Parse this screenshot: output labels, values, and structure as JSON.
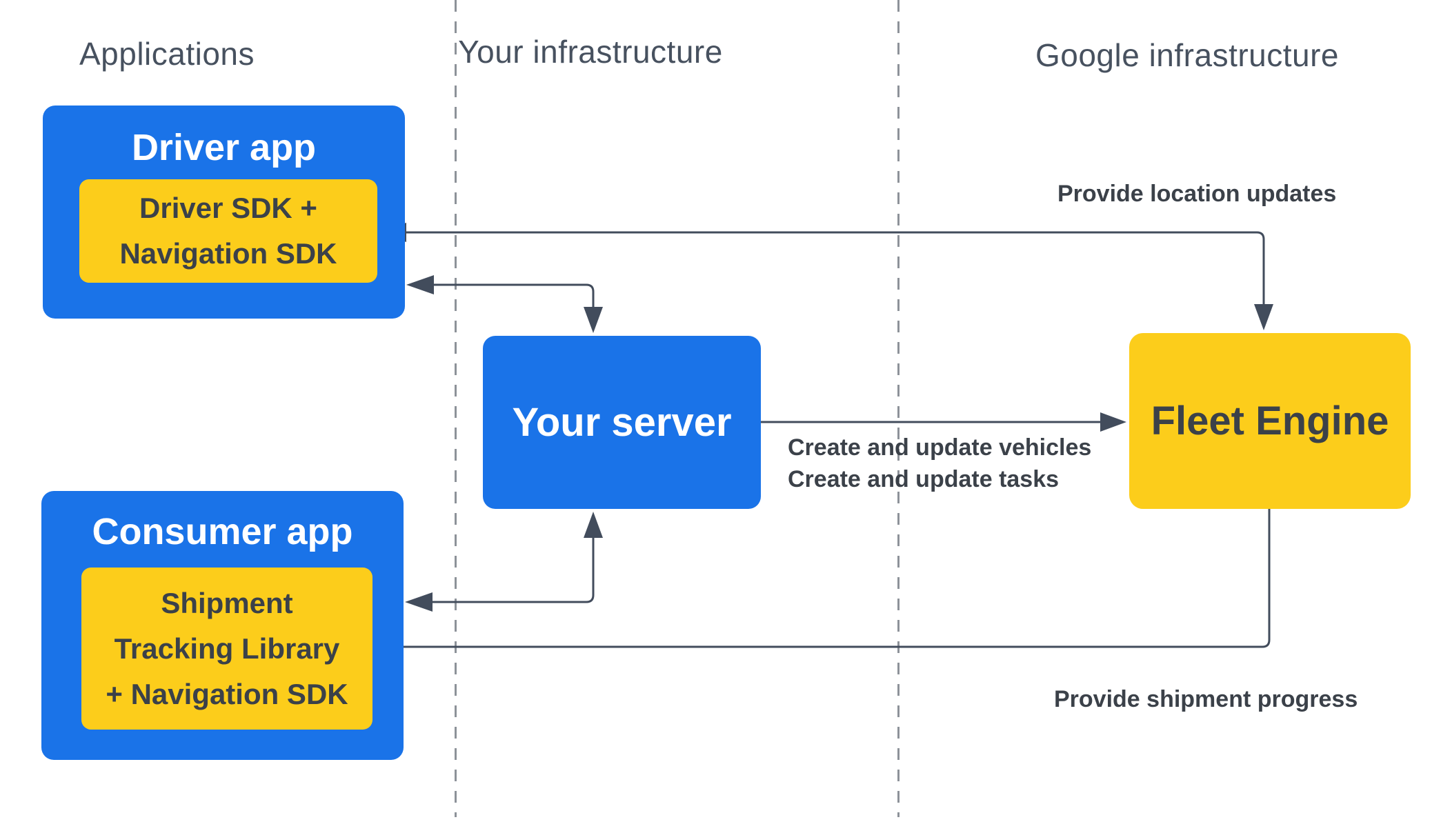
{
  "columns": [
    {
      "label": "Applications"
    },
    {
      "label": "Your infrastructure"
    },
    {
      "label": "Google infrastructure"
    }
  ],
  "nodes": {
    "driver_app": {
      "title": "Driver app"
    },
    "driver_sdk": {
      "lines": [
        "Driver SDK +",
        "Navigation SDK"
      ]
    },
    "consumer_app": {
      "title": "Consumer app"
    },
    "shipment_lib": {
      "lines": [
        "Shipment",
        "Tracking Library",
        "+ Navigation SDK"
      ]
    },
    "your_server": {
      "title": "Your server"
    },
    "fleet_engine": {
      "title": "Fleet Engine"
    }
  },
  "edge_labels": {
    "provide_location_updates": "Provide location updates",
    "create_update_vehicles": "Create and update vehicles",
    "create_update_tasks": "Create and update tasks",
    "provide_shipment_progress": "Provide shipment progress"
  },
  "colors": {
    "node_blue": "#1a73e8",
    "node_yellow": "#fccd1b",
    "arrow": "#424c5c",
    "label_text": "#3b4149",
    "header_text": "#47515f",
    "divider_gray": "#8d9299"
  }
}
